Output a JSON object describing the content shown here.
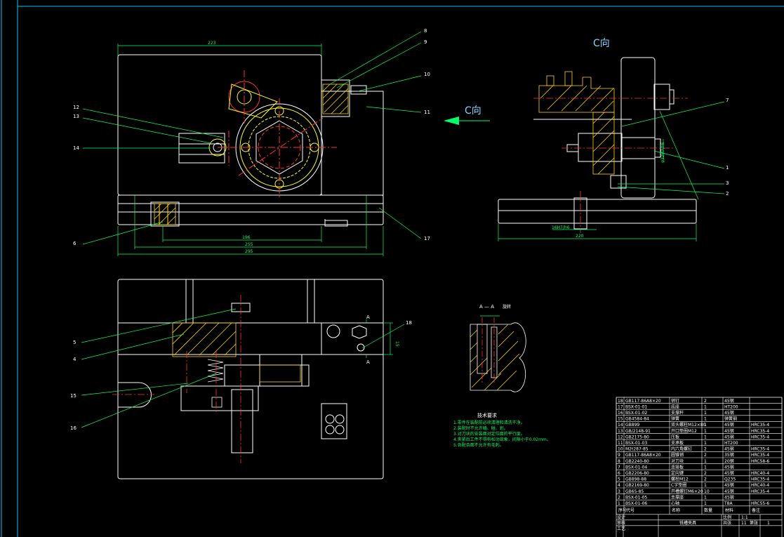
{
  "colors": {
    "background": "#000000",
    "outline": "#ffffff",
    "frame": "#00c8ff",
    "dimension": "#00ff66",
    "centerline": "#ff3333",
    "hidden": "#ffff00",
    "hatch": "#ffd700",
    "leader": "#00ff66"
  },
  "front_view": {
    "dims": {
      "top_width": "223",
      "bottom_1": "196",
      "bottom_2": "255",
      "bottom_3": "295"
    },
    "balloons_left": [
      "12",
      "13",
      "14",
      "6"
    ],
    "balloons_right": [
      "8",
      "9",
      "10",
      "11",
      "17"
    ]
  },
  "side_view": {
    "title": "C向",
    "arrow_label": "C向",
    "dims": {
      "fit_vertical": "φ22H7/h6",
      "fit_base": "16H7/h6",
      "base_width": "220"
    },
    "balloons": [
      "7",
      "1",
      "3",
      "2"
    ]
  },
  "top_view": {
    "balloons_left": [
      "5",
      "4",
      "15",
      "16"
    ],
    "balloon_right": "18",
    "section_marks": [
      "A",
      "A"
    ],
    "dim_small": "15"
  },
  "section_view": {
    "title": "A — A",
    "subtitle": "旋转"
  },
  "notes": {
    "title": "技术要求",
    "lines": [
      "1.零件在装配前必须清理和清洗干净。",
      "2.装配时不允许磕、碰、划。",
      "3.对刀块的安装面对定位面的平行度。",
      "4.夹紧后工件不得有松动现象，间隙小于0.02mm。",
      "5.各配合面不允许有毛刺。"
    ]
  },
  "bom": {
    "rows": [
      [
        "18",
        "GB117-86A8×20",
        "销钉",
        "2",
        "45钢",
        ""
      ],
      [
        "17",
        "BSX-01-01",
        "底座",
        "1",
        "HT200",
        ""
      ],
      [
        "16",
        "BSX-01-02",
        "支撑杆",
        "1",
        "45钢",
        ""
      ],
      [
        "15",
        "GB4584-84",
        "弹簧",
        "1",
        "弹簧钢",
        ""
      ],
      [
        "14",
        "GB899",
        "双头螺柱M12×80",
        "1",
        "45钢",
        "HRC35-4"
      ],
      [
        "13",
        "GB/2148-91",
        "开口垫圈M12",
        "1",
        "45钢",
        "HRC35-4"
      ],
      [
        "12",
        "GB2175-80",
        "压板",
        "1",
        "45钢",
        "HRC35-4"
      ],
      [
        "11",
        "BSX-01-03",
        "支承板",
        "1",
        "HT200",
        ""
      ],
      [
        "10",
        "M2t287-85",
        "内六角螺钉",
        "2",
        "45钢",
        "HRC35-4"
      ],
      [
        "9",
        "GB117-86A8×20",
        "圆锥销",
        "2",
        "35钢",
        "HRC35-4"
      ],
      [
        "8",
        "GB2240-80",
        "对刀块",
        "1",
        "20钢",
        "HRC58-6"
      ],
      [
        "7",
        "BSX-01-04",
        "连接板",
        "1",
        "45钢",
        ""
      ],
      [
        "6",
        "GB2206-80",
        "定向键",
        "2",
        "45钢",
        "HRC40-4"
      ],
      [
        "5",
        "GB898-88",
        "螺栓M12",
        "2",
        "Q235",
        "HRC35-4"
      ],
      [
        "4",
        "GB2169-80",
        "C字垫圈",
        "1",
        "45钢",
        "HRC40-4"
      ],
      [
        "3",
        "GB65-85",
        "开槽螺钉M6×20",
        "10",
        "45钢",
        "HRC35-4"
      ],
      [
        "2",
        "BSX-01-05",
        "支撑座",
        "1",
        "45钢",
        ""
      ],
      [
        "1",
        "BSX-01-06",
        "心轴",
        "1",
        "T8A",
        "HRC55-6"
      ]
    ],
    "header": [
      "序号",
      "代号",
      "名称",
      "数量",
      "材料",
      "备注"
    ],
    "title_block": {
      "drawing_title": "铣槽夹具",
      "label_design": "设计",
      "label_check": "审核",
      "label_proc": "工艺",
      "label_scale": "比例",
      "scale": "1:1",
      "sheets_total_label": "共张",
      "sheet_label": "第张",
      "total_sheets": "11",
      "sheet_no": "1"
    }
  }
}
